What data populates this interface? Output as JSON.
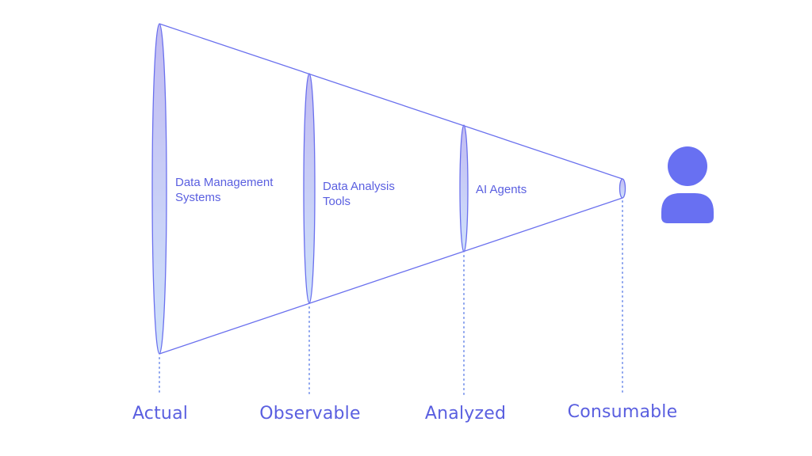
{
  "diagram": {
    "stages": [
      {
        "inner_label": "Data Management\nSystems",
        "bottom_label": "Actual"
      },
      {
        "inner_label": "Data Analysis\nTools",
        "bottom_label": "Observable"
      },
      {
        "inner_label": "AI Agents",
        "bottom_label": "Analyzed"
      },
      {
        "inner_label": "",
        "bottom_label": "Consumable"
      }
    ],
    "user_icon": "user-icon"
  },
  "colors": {
    "primary": "#6870f2",
    "line": "#6a70ee",
    "lens_top": "#c2bbf2",
    "lens_bottom": "#cfe2fb",
    "text": "#5a5fe0",
    "dotted": "#8aa2ee"
  }
}
